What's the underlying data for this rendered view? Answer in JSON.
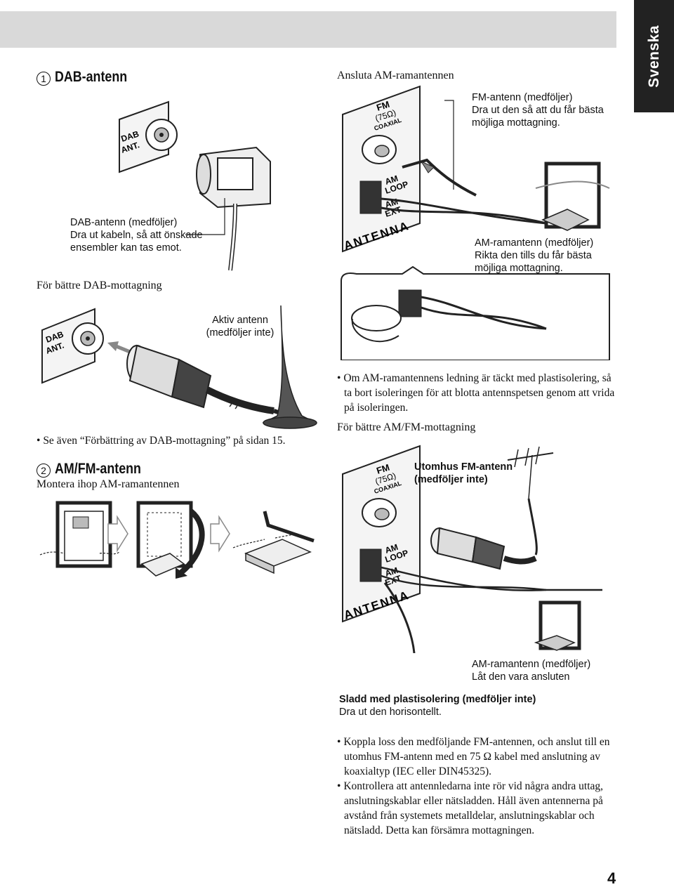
{
  "header": {
    "language_tab": "Svenska"
  },
  "section1": {
    "number": "1",
    "title": "DAB-antenn",
    "dab_antenna_label": "DAB-antenn (medföljer)",
    "dab_antenna_desc": "Dra ut kabeln, så att önskade ensembler kan tas emot.",
    "better_dab_heading": "För bättre DAB-mottagning",
    "active_antenna_label_1": "Aktiv antenn",
    "active_antenna_label_2": "(medföljer inte)",
    "see_also": "Se även “Förbättring av DAB-mottagning” på sidan 15.",
    "jack_label_1": "DAB",
    "jack_label_2": "ANT."
  },
  "am_connect": {
    "heading": "Ansluta AM-ramantennen",
    "fm_antenna_label": "FM-antenn (medföljer)",
    "fm_antenna_desc": "Dra ut den så att du får bästa möjliga mottagning.",
    "am_loop_label": "AM-ramantenn (medföljer)",
    "am_loop_desc": "Rikta den tills du får bästa möjliga mottagning.",
    "note": "Om AM-ramantennens ledning är täckt med plastisolering, så ta bort isoleringen för att blotta antennspetsen genom att vrida på isoleringen.",
    "panel_fm": "FM",
    "panel_ohm": "(75Ω)",
    "panel_coaxial": "COAXIAL",
    "panel_am_loop_1": "AM",
    "panel_am_loop_2": "LOOP",
    "panel_am_ext_1": "AM",
    "panel_am_ext_2": "EXT",
    "panel_antenna": "ANTENNA"
  },
  "section2": {
    "number": "2",
    "title": "AM/FM-antenn",
    "subheading": "Montera ihop AM-ramantennen",
    "better_amfm_heading": "För bättre AM/FM-mottagning",
    "outdoor_fm_label_1": "Utomhus FM-antenn",
    "outdoor_fm_label_2": "(medföljer inte)",
    "am_loop_label": "AM-ramantenn (medföljer)",
    "am_loop_desc": "Låt den vara ansluten",
    "cord_label": "Sladd med plastisolering (medföljer inte)",
    "cord_desc": "Dra ut den horisontellt.",
    "bullets": [
      "Koppla loss den medföljande FM-antennen, och anslut till en utomhus FM-antenn med en 75 Ω kabel med anslutning av koaxialtyp (IEC eller DIN45325).",
      "Kontrollera att antennledarna inte rör vid några andra uttag, anslutningskablar eller nätsladden. Håll även antennerna på avstånd från systemets metalldelar, anslutningskablar och nätsladd. Detta kan försämra mottagningen."
    ]
  },
  "footer": {
    "page_number": "4"
  }
}
